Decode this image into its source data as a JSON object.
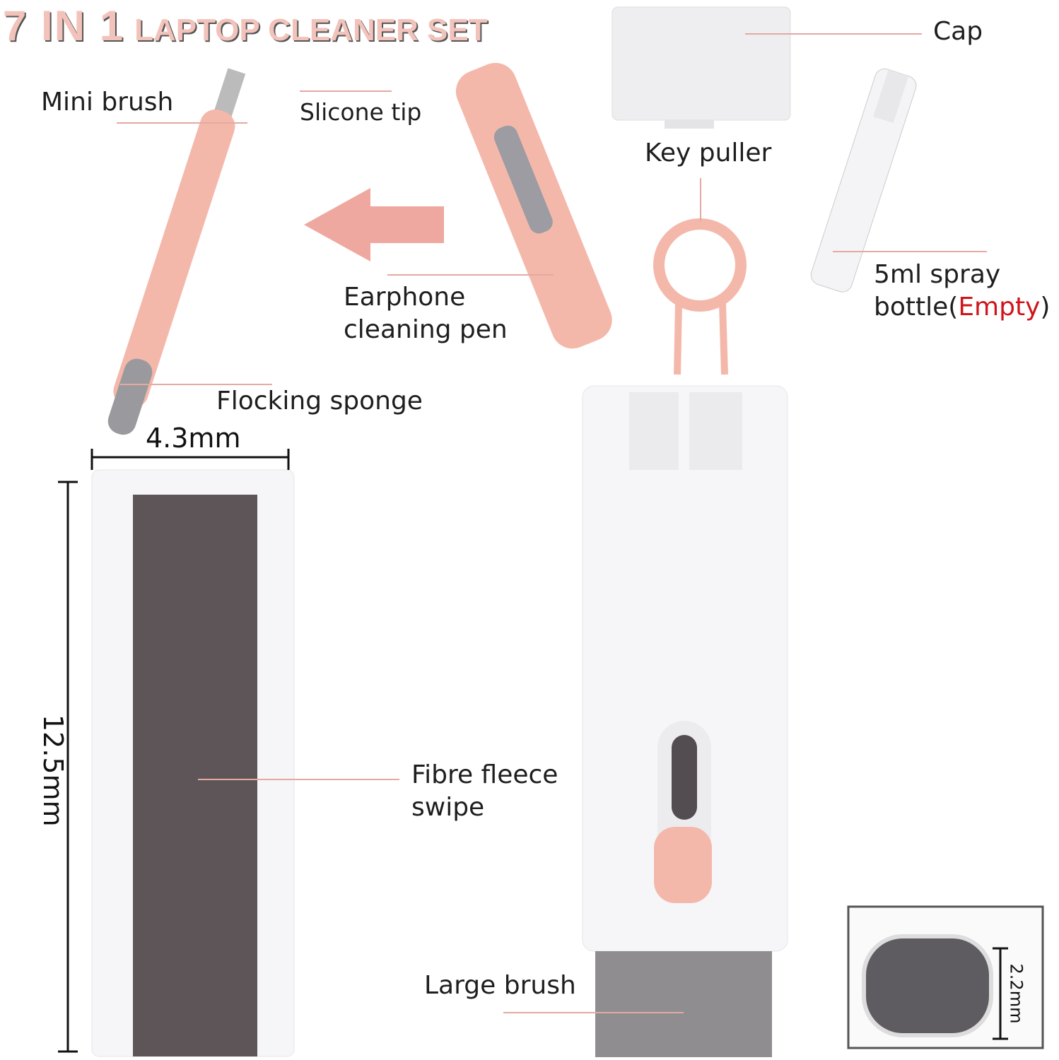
{
  "title": {
    "part1": "7 IN 1",
    "part2": "LAPTOP CLEANER SET"
  },
  "labels": {
    "cap": "Cap",
    "mini_brush": "Mini brush",
    "silicone_tip": "Slicone tip",
    "key_puller": "Key puller",
    "spray_line1": "5ml spray",
    "spray_line2_prefix": "bottle(",
    "spray_empty": "Empty",
    "spray_line2_suffix": ")",
    "earphone_line1": "Earphone",
    "earphone_line2": "cleaning pen",
    "flocking_sponge": "Flocking sponge",
    "fibre_line1": "Fibre fleece",
    "fibre_line2": "swipe",
    "large_brush": "Large brush"
  },
  "dimensions": {
    "width": "4.3mm",
    "height": "12.5mm",
    "inset": "2.2mm"
  },
  "colors": {
    "accent_pink": "#f2c3bb",
    "leader_line": "#e4a9a2",
    "empty_red": "#d0141b",
    "fleece": "#5e5558"
  }
}
